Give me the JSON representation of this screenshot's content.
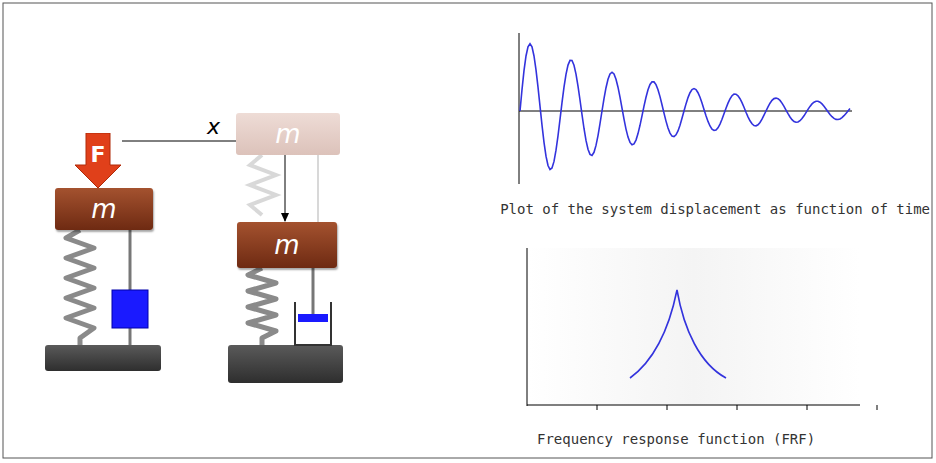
{
  "diagram": {
    "nodes": [
      {
        "text": [
          "F"
        ]
      },
      {
        "text": [
          "m"
        ]
      },
      {
        "text": [
          "m"
        ]
      },
      {
        "text": [
          "m"
        ]
      }
    ],
    "edges": [
      {
        "from": 0,
        "to": 3,
        "label": "x",
        "arrow": "to"
      }
    ],
    "labels": [
      "Plot of the system displacement as function of time",
      "Frequency response function (FRF)"
    ]
  }
}
